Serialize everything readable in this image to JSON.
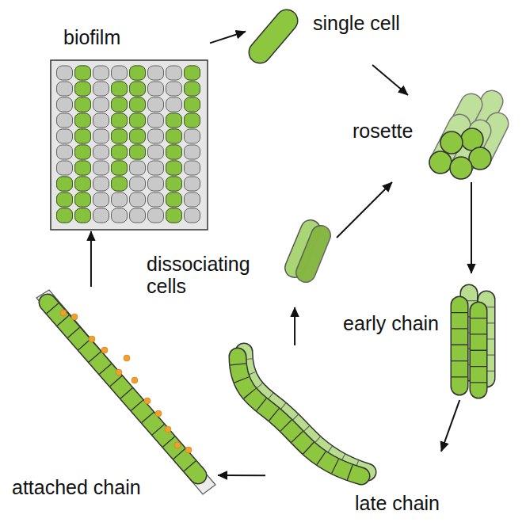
{
  "diagram": {
    "nodes": [
      {
        "text": [
          "biofilm"
        ]
      },
      {
        "text": [
          "single cell"
        ]
      },
      {
        "text": [
          "rosette"
        ]
      },
      {
        "text": [
          "early chain"
        ]
      },
      {
        "text": [
          "late chain"
        ]
      },
      {
        "text": [
          "attached chain"
        ]
      },
      {
        "text": [
          "dissociating cells"
        ]
      }
    ],
    "edges": [
      {
        "from": 0,
        "to": 1,
        "arrow": "to"
      },
      {
        "from": 1,
        "to": 2,
        "arrow": "to"
      },
      {
        "from": 2,
        "to": 3,
        "arrow": "to"
      },
      {
        "from": 3,
        "to": 4,
        "arrow": "to"
      },
      {
        "from": 4,
        "to": 5,
        "arrow": "to"
      },
      {
        "from": 5,
        "to": 0,
        "arrow": "to"
      },
      {
        "from": 4,
        "to": 6,
        "arrow": "to"
      },
      {
        "from": 6,
        "to": 2,
        "arrow": "to"
      }
    ]
  }
}
